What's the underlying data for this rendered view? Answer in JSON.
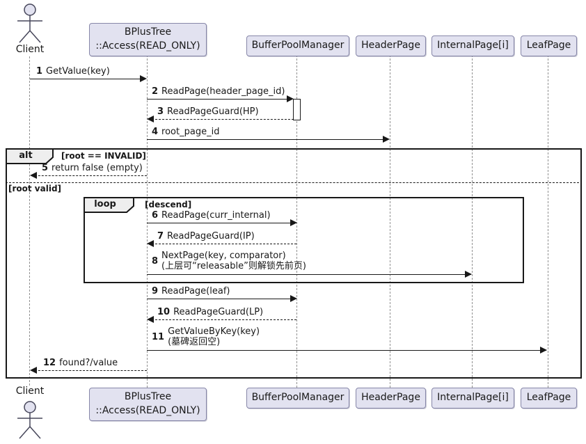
{
  "participants": [
    {
      "name": "Client"
    },
    {
      "name": "BPlusTree",
      "sub": "::Access(READ_ONLY)"
    },
    {
      "name": "BufferPoolManager"
    },
    {
      "name": "HeaderPage"
    },
    {
      "name": "InternalPage[i]"
    },
    {
      "name": "LeafPage"
    }
  ],
  "messages": [
    {
      "num": "1",
      "text": "GetValue(key)"
    },
    {
      "num": "2",
      "text": "ReadPage(header_page_id)"
    },
    {
      "num": "3",
      "text": "ReadPageGuard(HP)"
    },
    {
      "num": "4",
      "text": "root_page_id"
    },
    {
      "num": "5",
      "text": "return false (empty)"
    },
    {
      "num": "6",
      "text": "ReadPage(curr_internal)"
    },
    {
      "num": "7",
      "text": "ReadPageGuard(IP)"
    },
    {
      "num": "8",
      "text": "NextPage(key, comparator)",
      "text2": "(上层可“releasable”则解锁先前页)"
    },
    {
      "num": "9",
      "text": "ReadPage(leaf)"
    },
    {
      "num": "10",
      "text": "ReadPageGuard(LP)"
    },
    {
      "num": "11",
      "text": "GetValueByKey(key)",
      "text2": "(墓碑返回空)"
    },
    {
      "num": "12",
      "text": "found?/value"
    }
  ],
  "frames": {
    "alt_label": "alt",
    "alt_guard": "[root == INVALID]",
    "alt_else": "[root valid]",
    "loop_label": "loop",
    "loop_guard": "[descend]"
  },
  "colors": {
    "participant_fill": "#E2E2F0",
    "participant_border": "#8686a8",
    "frame_border": "#181818",
    "tag_fill": "#EEEEEE",
    "lifeline": "#909090",
    "arrow": "#181818"
  }
}
